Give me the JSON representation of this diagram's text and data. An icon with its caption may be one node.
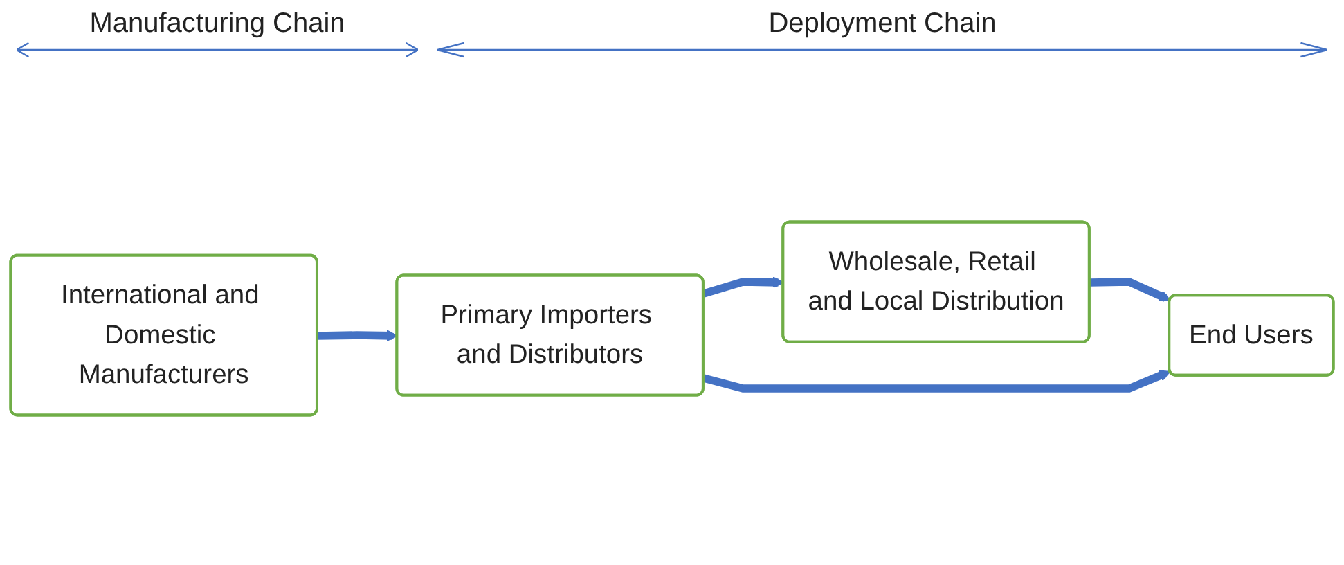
{
  "diagram": {
    "nodes": [
      {
        "text": [
          "International and Domestic Manufacturers"
        ]
      },
      {
        "text": [
          "Primary Importers and Distributors"
        ]
      },
      {
        "text": [
          "Wholesale, Retail and Local Distribution"
        ]
      },
      {
        "text": [
          "End Users"
        ]
      }
    ],
    "edges": [
      {
        "from": 0,
        "to": 1,
        "arrow": "to"
      },
      {
        "from": 1,
        "to": 2,
        "arrow": "to"
      },
      {
        "from": 2,
        "to": 3,
        "arrow": "to"
      },
      {
        "from": 1,
        "to": 3,
        "arrow": "to"
      }
    ],
    "labels": [
      "Manufacturing Chain",
      "Deployment Chain"
    ]
  }
}
